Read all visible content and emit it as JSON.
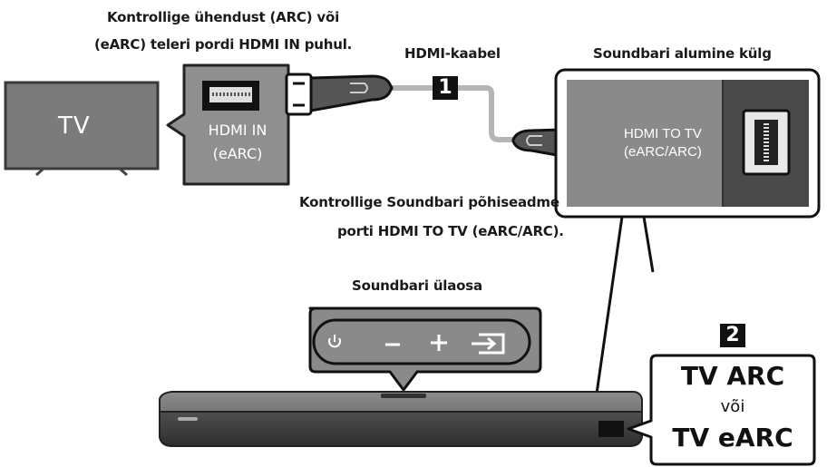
{
  "labels": {
    "tv_port_hint_1": "Kontrollige ühendust (ARC) või",
    "tv_port_hint_2": "(eARC) teleri pordi HDMI IN puhul.",
    "cable": "HDMI-kaabel",
    "soundbar_bottom": "Soundbari alumine külg",
    "soundbar_port_hint_1": "Kontrollige Soundbari põhiseadme",
    "soundbar_port_hint_2": "porti HDMI TO TV (eARC/ARC).",
    "soundbar_top": "Soundbari ülaosa"
  },
  "tv": {
    "label": "TV"
  },
  "tv_port": {
    "line1": "HDMI IN",
    "line2": "(eARC)"
  },
  "soundbar_port": {
    "line1": "HDMI TO TV",
    "line2": "(eARC/ARC)"
  },
  "steps": {
    "step1": "1",
    "step2": "2"
  },
  "mode_box": {
    "line1": "TV ARC",
    "line2": "või",
    "line3": "TV eARC"
  },
  "colors": {
    "panel_gray": "#8a8a8a",
    "dark_gray": "#4a4a4a",
    "tv_gray": "#7b7b7b",
    "cable_gray": "#b5b5b5"
  },
  "icons": [
    "power-icon",
    "minus-icon",
    "plus-icon",
    "source-input-icon"
  ]
}
